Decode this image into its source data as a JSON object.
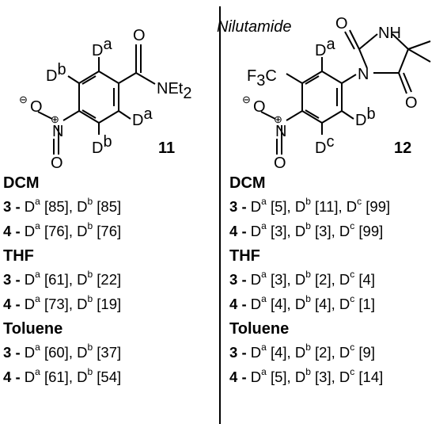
{
  "left": {
    "compound_number": "11",
    "labels": {
      "da_top": {
        "main": "D",
        "sup": "a"
      },
      "db_left": {
        "main": "D",
        "sup": "b"
      },
      "da_right": {
        "main": "D",
        "sup": "a"
      },
      "db_bottom": {
        "main": "D",
        "sup": "b"
      },
      "oxygen_carbonyl": "O",
      "amide_n": "NEt",
      "amide_sub": "2",
      "nitro_o_minus": "O",
      "nitro_n": "N",
      "nitro_o": "O",
      "minus": "⊖",
      "plus": "⊕"
    },
    "solvents": [
      {
        "name": "DCM",
        "entries": [
          {
            "cat": "3",
            "text": [
              {
                "d": "D",
                "s": "a",
                "v": "[85]"
              },
              {
                "d": "D",
                "s": "b",
                "v": "[85]"
              }
            ]
          },
          {
            "cat": "4",
            "text": [
              {
                "d": "D",
                "s": "a",
                "v": "[76]"
              },
              {
                "d": "D",
                "s": "b",
                "v": "[76]"
              }
            ]
          }
        ]
      },
      {
        "name": "THF",
        "entries": [
          {
            "cat": "3",
            "text": [
              {
                "d": "D",
                "s": "a",
                "v": "[61]"
              },
              {
                "d": "D",
                "s": "b",
                "v": "[22]"
              }
            ]
          },
          {
            "cat": "4",
            "text": [
              {
                "d": "D",
                "s": "a",
                "v": "[73]"
              },
              {
                "d": "D",
                "s": "b",
                "v": "[19]"
              }
            ]
          }
        ]
      },
      {
        "name": "Toluene",
        "entries": [
          {
            "cat": "3",
            "text": [
              {
                "d": "D",
                "s": "a",
                "v": "[60]"
              },
              {
                "d": "D",
                "s": "b",
                "v": "[37]"
              }
            ]
          },
          {
            "cat": "4",
            "text": [
              {
                "d": "D",
                "s": "a",
                "v": "[61]"
              },
              {
                "d": "D",
                "s": "b",
                "v": "[54]"
              }
            ]
          }
        ]
      }
    ]
  },
  "right": {
    "title": "Nilutamide",
    "compound_number": "12",
    "labels": {
      "da_top": {
        "main": "D",
        "sup": "a"
      },
      "db_right": {
        "main": "D",
        "sup": "b"
      },
      "dc_bottom": {
        "main": "D",
        "sup": "c"
      },
      "cf3": "F",
      "cf3_sub": "3",
      "cf3_c": "C",
      "o_top": "O",
      "nh": "NH",
      "n_ring": "N",
      "o_bottom": "O",
      "nitro_o_minus": "O",
      "nitro_n": "N",
      "nitro_o": "O",
      "minus": "⊖",
      "plus": "⊕"
    },
    "solvents": [
      {
        "name": "DCM",
        "entries": [
          {
            "cat": "3",
            "text": [
              {
                "d": "D",
                "s": "a",
                "v": "[5]"
              },
              {
                "d": "D",
                "s": "b",
                "v": "[11]"
              },
              {
                "d": "D",
                "s": "c",
                "v": "[99]"
              }
            ]
          },
          {
            "cat": "4",
            "text": [
              {
                "d": "D",
                "s": "a",
                "v": "[3]"
              },
              {
                "d": "D",
                "s": "b",
                "v": "[3]"
              },
              {
                "d": "D",
                "s": "c",
                "v": "[99]"
              }
            ]
          }
        ]
      },
      {
        "name": "THF",
        "entries": [
          {
            "cat": "3",
            "text": [
              {
                "d": "D",
                "s": "a",
                "v": "[3]"
              },
              {
                "d": "D",
                "s": "b",
                "v": "[2]"
              },
              {
                "d": "D",
                "s": "c",
                "v": "[4]"
              }
            ]
          },
          {
            "cat": "4",
            "text": [
              {
                "d": "D",
                "s": "a",
                "v": "[4]"
              },
              {
                "d": "D",
                "s": "b",
                "v": "[4]"
              },
              {
                "d": "D",
                "s": "c",
                "v": "[1]"
              }
            ]
          }
        ]
      },
      {
        "name": "Toluene",
        "entries": [
          {
            "cat": "3",
            "text": [
              {
                "d": "D",
                "s": "a",
                "v": "[4]"
              },
              {
                "d": "D",
                "s": "b",
                "v": "[2]"
              },
              {
                "d": "D",
                "s": "c",
                "v": "[9]"
              }
            ]
          },
          {
            "cat": "4",
            "text": [
              {
                "d": "D",
                "s": "a",
                "v": "[5]"
              },
              {
                "d": "D",
                "s": "b",
                "v": "[3]"
              },
              {
                "d": "D",
                "s": "c",
                "v": "[14]"
              }
            ]
          }
        ]
      }
    ]
  }
}
